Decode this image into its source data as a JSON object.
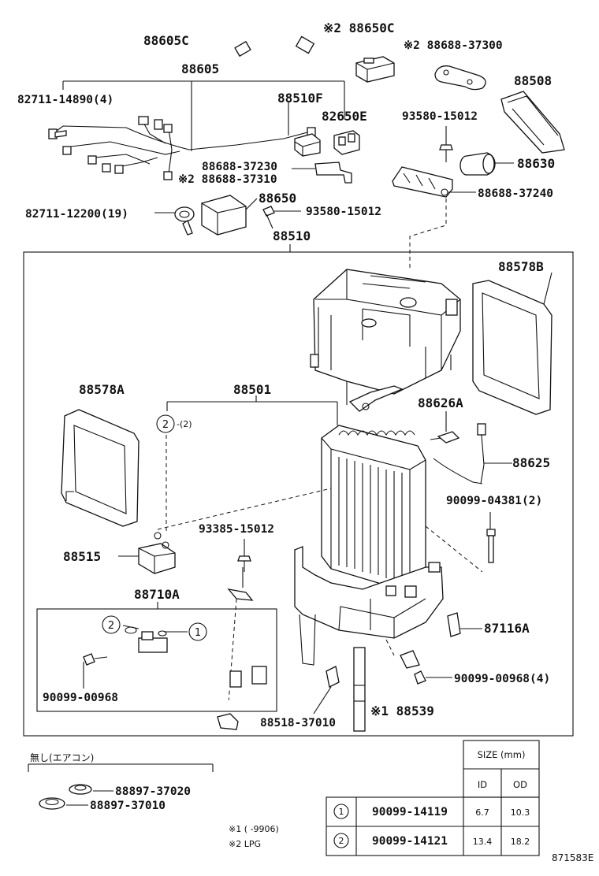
{
  "labels": {
    "p88605C": "88605C",
    "p88650C": "※2 88650C",
    "p88688_37300": "※2 88688-37300",
    "p88605": "88605",
    "p82711_14890": "82711-14890(4)",
    "p88510F": "88510F",
    "p82650E": "82650E",
    "p93580_15012a": "93580-15012",
    "p88508": "88508",
    "p88630": "88630",
    "p88688_37230": "88688-37230",
    "p88688_37310": "※2 88688-37310",
    "p88688_37240": "88688-37240",
    "p88650": "88650",
    "p82711_12200": "82711-12200(19)",
    "p93580_15012b": "93580-15012",
    "p88510": "88510",
    "p88578B": "88578B",
    "p88578A": "88578A",
    "p88501": "88501",
    "p88626A": "88626A",
    "p2_2": "-(2)",
    "p88625": "88625",
    "p90099_04381": "90099-04381(2)",
    "p93385_15012": "93385-15012",
    "p88515": "88515",
    "p88710A": "88710A",
    "p87116A": "87116A",
    "p90099_00968a": "90099-00968",
    "p90099_00968b": "90099-00968(4)",
    "p88518_37010": "88518-37010",
    "p88539": "※1 88539",
    "p88897_37020": "88897-37020",
    "p88897_37010": "88897-37010",
    "noaircon": "無し(エアコン)",
    "note1": "※1 (        -9906)",
    "note2": "※2 LPG",
    "code": "871583E"
  },
  "circles": {
    "one": "1",
    "two": "2"
  },
  "size_table": {
    "title": "SIZE (mm)",
    "columns": [
      "ID",
      "OD"
    ],
    "rows": [
      {
        "ref": "1",
        "part": "90099-14119",
        "id": "6.7",
        "od": "10.3"
      },
      {
        "ref": "2",
        "part": "90099-14121",
        "id": "13.4",
        "od": "18.2"
      }
    ]
  }
}
